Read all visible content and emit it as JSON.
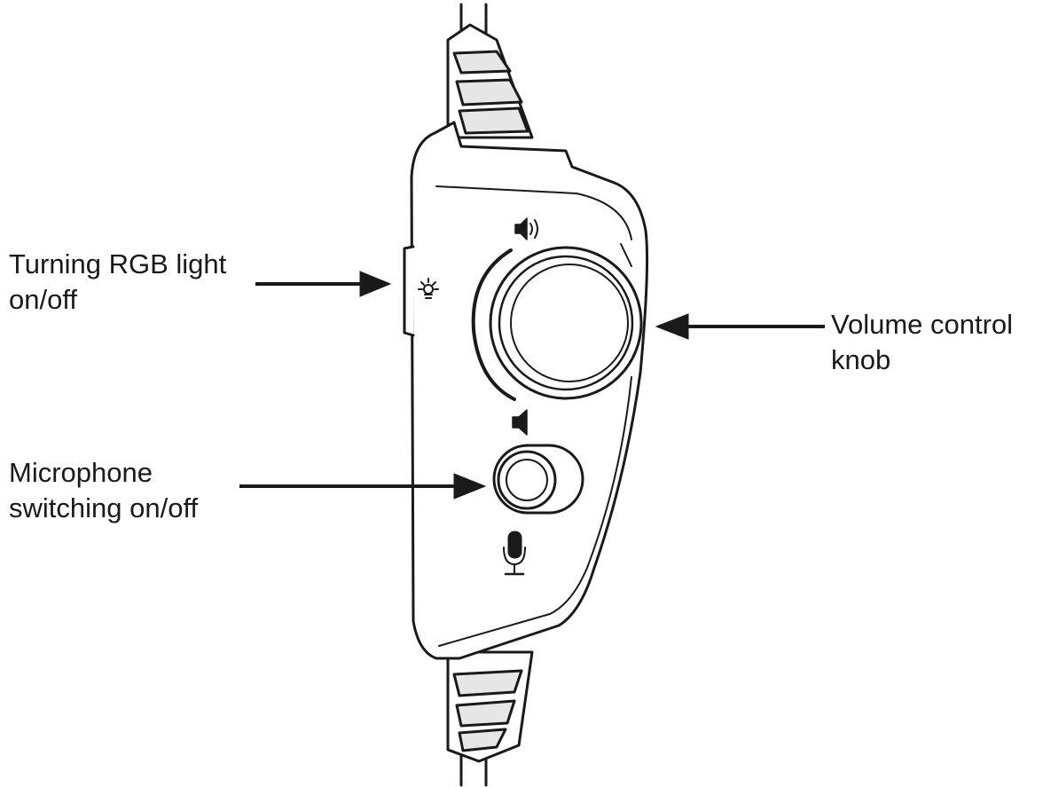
{
  "labels": {
    "rgb": {
      "line1": "Turning RGB light",
      "line2": "on/off"
    },
    "microphone": {
      "line1": "Microphone",
      "line2": "switching on/off"
    },
    "volume": {
      "line1": "Volume control",
      "line2": "knob"
    }
  },
  "icons": {
    "rgb_button": "light-bulb-icon",
    "volume_high": "speaker-loud-icon",
    "volume_low": "speaker-low-icon",
    "mic_switch": "microphone-icon"
  },
  "colors": {
    "line": "#1a1a1a",
    "body_fill": "#ffffff",
    "grip_fill": "#e6e6e6",
    "cable": "#333333"
  }
}
